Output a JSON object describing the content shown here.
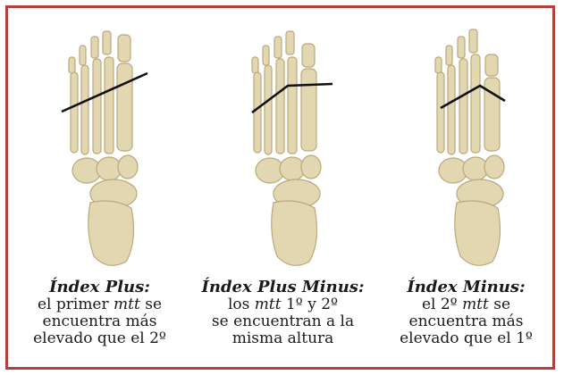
{
  "colors": {
    "frame": "#b0413e",
    "bone": "#e3d7b2",
    "bone_shadow": "#b9a97a",
    "line": "#111111",
    "text": "#1a1a1a"
  },
  "panels": [
    {
      "index_shape": "plus",
      "title": "Índex Plus:",
      "line1_pre": "el primer ",
      "line1_em": "mtt",
      "line1_post": " se",
      "line2": "encuentra más",
      "line3": "elevado que el 2º"
    },
    {
      "index_shape": "plus-minus",
      "title": "Índex Plus Minus:",
      "line1_pre": "los ",
      "line1_em": "mtt",
      "line1_post": " 1º y 2º",
      "line2": "se encuentran a la",
      "line3": "misma altura"
    },
    {
      "index_shape": "minus",
      "title": "Índex Minus:",
      "line1_pre": "el 2º ",
      "line1_em": "mtt",
      "line1_post": " se",
      "line2": "encuentra más",
      "line3": "elevado que el 1º"
    }
  ]
}
